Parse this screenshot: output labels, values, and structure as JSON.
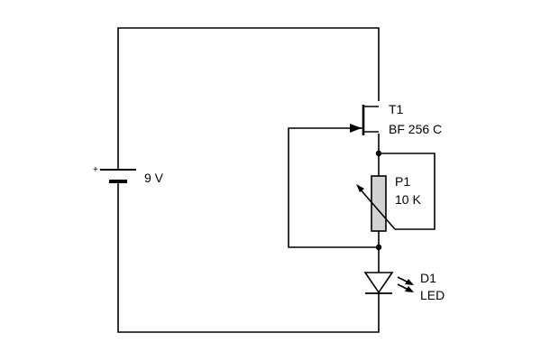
{
  "battery": {
    "polarity": "+",
    "voltage": "9 V"
  },
  "transistor": {
    "ref": "T1",
    "part": "BF 256 C"
  },
  "potentiometer": {
    "ref": "P1",
    "value": "10 K",
    "body_color": "#d3d3d3"
  },
  "led": {
    "ref": "D1",
    "type": "LED"
  },
  "colors": {
    "wire": "#000000",
    "background": "#ffffff"
  }
}
